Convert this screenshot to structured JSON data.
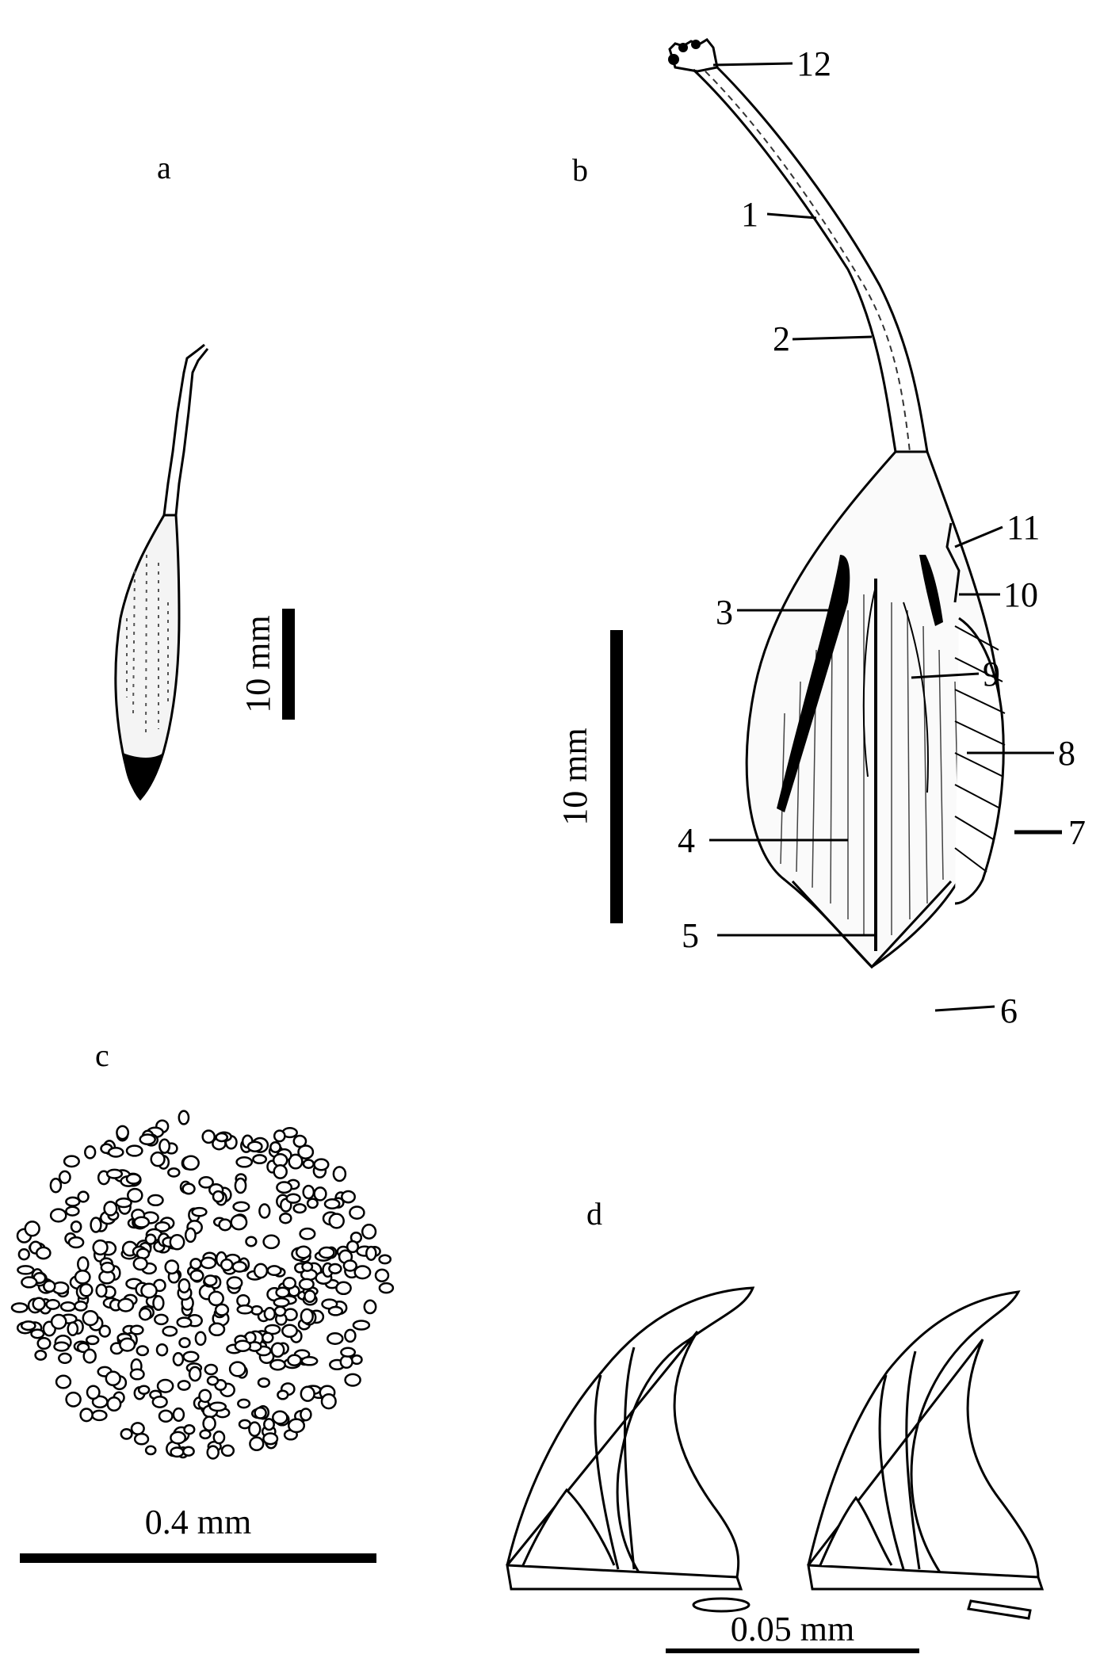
{
  "panels": {
    "a": {
      "label": "a",
      "scale_label": "10 mm"
    },
    "b": {
      "label": "b",
      "scale_label": "10 mm",
      "callouts": [
        "1",
        "2",
        "3",
        "4",
        "5",
        "6",
        "7",
        "8",
        "9",
        "10",
        "11",
        "12"
      ]
    },
    "c": {
      "label": "c",
      "scale_label": "0.4 mm"
    },
    "d": {
      "label": "d",
      "scale_label": "0.05 mm"
    }
  }
}
